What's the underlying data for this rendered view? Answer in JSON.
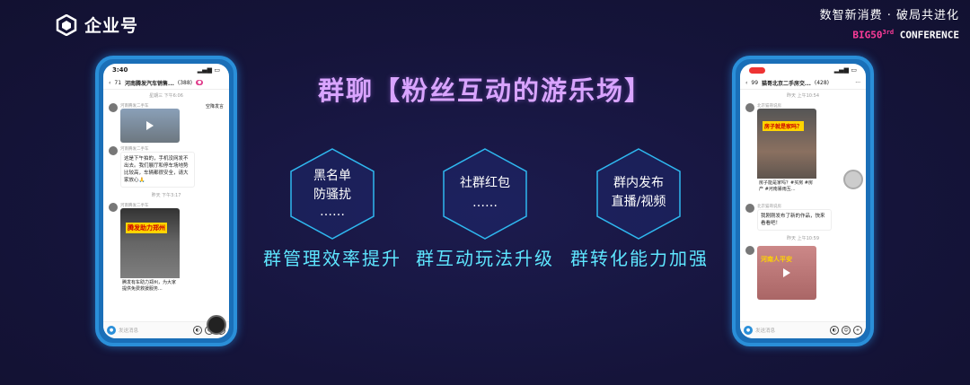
{
  "header": {
    "logo_text": "企业号",
    "conference_line1": "数智新消费 · 破局共进化",
    "conference_brand": "BIG50",
    "conference_sup": "3rd",
    "conference_word": "CONFERENCE"
  },
  "title": "群聊【粉丝互动的游乐场】",
  "features": [
    {
      "line1": "黑名单",
      "line2": "防骚扰",
      "line3": "……",
      "subtitle": "群管理效率提升"
    },
    {
      "line1": "社群红包",
      "line2": "……",
      "line3": "",
      "subtitle": "群互动玩法升级"
    },
    {
      "line1": "群内发布",
      "line2": "直播/视频",
      "line3": "",
      "subtitle": "群转化能力加强"
    }
  ],
  "phone_left": {
    "time": "3:40",
    "back_count": "71",
    "group_name": "河南腾发汽车销售...",
    "member_count": "(388)",
    "ts1": "星期三 下午6:06",
    "reply": "空降发言",
    "sender": "河南腾发二手车",
    "msg_text": "这是下午拍的，手机没网发不出去。我们展厅和停车场地势比较高，车辆都很安全，请大家放心🙏",
    "ts2": "昨天 下午3:17",
    "video_caption": "腾发有车助力郑州，为大家提供免费救援服务...",
    "video_title": "腾发助力郑州",
    "input_placeholder": "发送消息"
  },
  "phone_right": {
    "back_count": "99",
    "group_name": "猫哥北京二手房交...",
    "member_count": "(428)",
    "ts1": "昨天 上午10:54",
    "sender": "北京猫哥说房",
    "video_caption": "房子能是家吗？#买房 #房产 #河南暴雨互...",
    "video_title": "房子就是家吗？",
    "msg_text": "我刚刚发布了新的作品，快来看看吧！",
    "ts2": "昨天 上午10:59",
    "video2_title": "河南人平安",
    "input_placeholder": "发送消息"
  }
}
